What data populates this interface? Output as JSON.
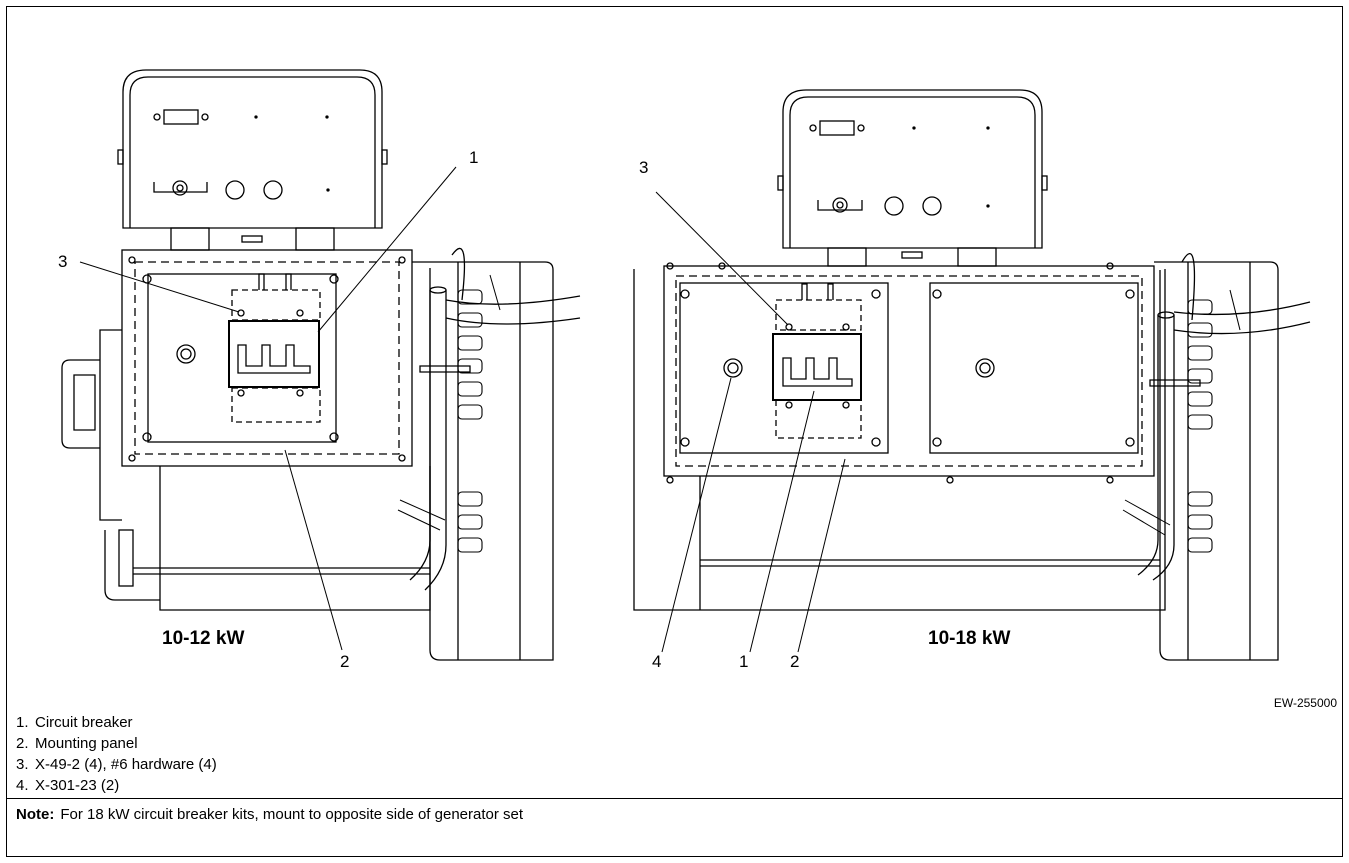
{
  "figure_id": "EW-255000",
  "views": [
    {
      "label": "10-12 kW",
      "callouts": [
        "1",
        "3",
        "2"
      ]
    },
    {
      "label": "10-18 kW",
      "callouts": [
        "3",
        "4",
        "1",
        "2"
      ]
    }
  ],
  "legend": [
    {
      "num": "1.",
      "text": "Circuit breaker"
    },
    {
      "num": "2.",
      "text": "Mounting panel"
    },
    {
      "num": "3.",
      "text": "X-49-2 (4), #6 hardware (4)"
    },
    {
      "num": "4.",
      "text": "X-301-23 (2)"
    }
  ],
  "note": {
    "label": "Note:",
    "text": "For 18 kW circuit breaker kits, mount to opposite side of generator set"
  }
}
